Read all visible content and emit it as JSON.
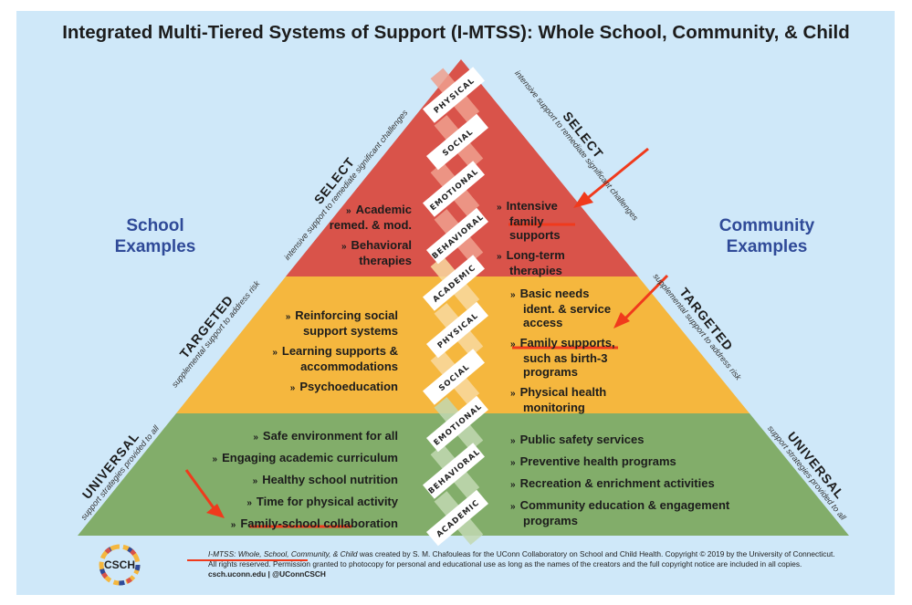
{
  "title": "Integrated Multi-Tiered Systems of Support (I-MTSS): Whole School, Community, & Child",
  "colors": {
    "background": "#cfe8f9",
    "select": "#d9534a",
    "targeted": "#f5b73e",
    "universal": "#82ad6a",
    "heading_blue": "#2f4a98",
    "annotation": "#f03a1c"
  },
  "left_heading": [
    "School",
    "Examples"
  ],
  "right_heading": [
    "Community",
    "Examples"
  ],
  "tiers": {
    "select": {
      "name": "SELECT",
      "subtitle": "intensive support to remediate significant challenges"
    },
    "targeted": {
      "name": "TARGETED",
      "subtitle": "supplemental support to address risk"
    },
    "universal": {
      "name": "UNIVERSAL",
      "subtitle": "support strategies provided to all"
    }
  },
  "bullet": "»",
  "school_examples": {
    "select": [
      "Academic remed. & mod.",
      "Behavioral therapies"
    ],
    "targeted": [
      "Reinforcing social support systems",
      "Learning supports & accommodations",
      "Psychoeducation"
    ],
    "universal": [
      "Safe environment for all",
      "Engaging academic curriculum",
      "Healthy school nutrition",
      "Time for physical activity",
      "Family-school collaboration"
    ]
  },
  "community_examples": {
    "select": [
      "Intensive family supports",
      "Long-term therapies"
    ],
    "targeted": [
      "Basic needs ident. & service access",
      "Family supports, such as birth-3 programs",
      "Physical health monitoring"
    ],
    "universal": [
      "Public safety services",
      "Preventive health programs",
      "Recreation & enrichment activities",
      "Community education & engagement programs"
    ]
  },
  "spine_labels": [
    "PHYSICAL",
    "SOCIAL",
    "EMOTIONAL",
    "BEHAVIORAL",
    "ACADEMIC",
    "PHYSICAL",
    "SOCIAL",
    "EMOTIONAL",
    "BEHAVIORAL",
    "ACADEMIC"
  ],
  "footer": {
    "logo": "CSCH",
    "line1_italic": "I-MTSS: Whole, School, Community, & Child",
    "line1_rest": " was created by S. M. Chafouleas for the UConn Collaboratory on School and Child Health.  Copyright © 2019 by the University of Connecticut.",
    "line2": "All rights reserved. Permission granted to photocopy for personal and educational use as long as the names of the creators and the full copyright notice are included in all copies.",
    "line3": "csch.uconn.edu | @UConnCSCH"
  }
}
